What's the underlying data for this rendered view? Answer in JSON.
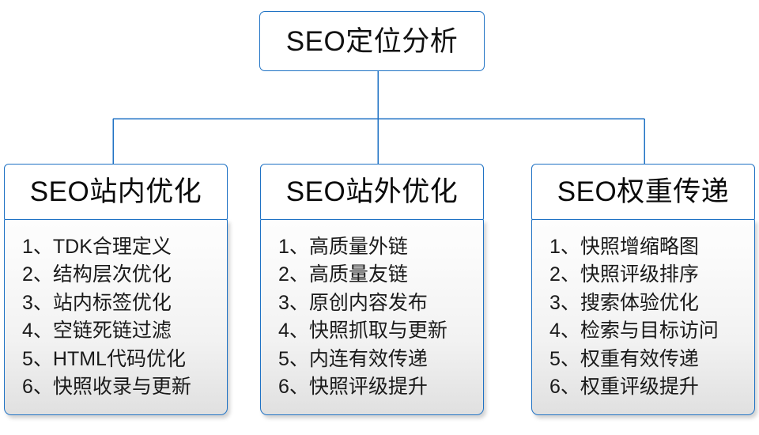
{
  "diagram": {
    "root": {
      "label": "SEO定位分析"
    },
    "colors": {
      "border": "#1F72C4",
      "text": "#111111",
      "body_fill_top": "#FDFDFD",
      "body_fill_bottom": "#E0E0E0",
      "canvas": "#FFFFFF"
    },
    "branches": [
      {
        "title": "SEO站内优化",
        "items": [
          {
            "index": "1、",
            "text": "TDK合理定义"
          },
          {
            "index": "2、",
            "text": "结构层次优化"
          },
          {
            "index": "3、",
            "text": "站内标签优化"
          },
          {
            "index": "4、",
            "text": "空链死链过滤"
          },
          {
            "index": "5、",
            "text": "HTML代码优化"
          },
          {
            "index": "6、",
            "text": "快照收录与更新"
          }
        ]
      },
      {
        "title": "SEO站外优化",
        "items": [
          {
            "index": "1、",
            "text": "高质量外链"
          },
          {
            "index": "2、",
            "text": "高质量友链"
          },
          {
            "index": "3、",
            "text": "原创内容发布"
          },
          {
            "index": "4、",
            "text": "快照抓取与更新"
          },
          {
            "index": "5、",
            "text": "内连有效传递"
          },
          {
            "index": "6、",
            "text": "快照评级提升"
          }
        ]
      },
      {
        "title": "SEO权重传递",
        "items": [
          {
            "index": "1、",
            "text": "快照增缩略图"
          },
          {
            "index": "2、",
            "text": "快照评级排序"
          },
          {
            "index": "3、",
            "text": "搜索体验优化"
          },
          {
            "index": "4、",
            "text": "检索与目标访问"
          },
          {
            "index": "5、",
            "text": "权重有效传递"
          },
          {
            "index": "6、",
            "text": "权重评级提升"
          }
        ]
      }
    ]
  }
}
